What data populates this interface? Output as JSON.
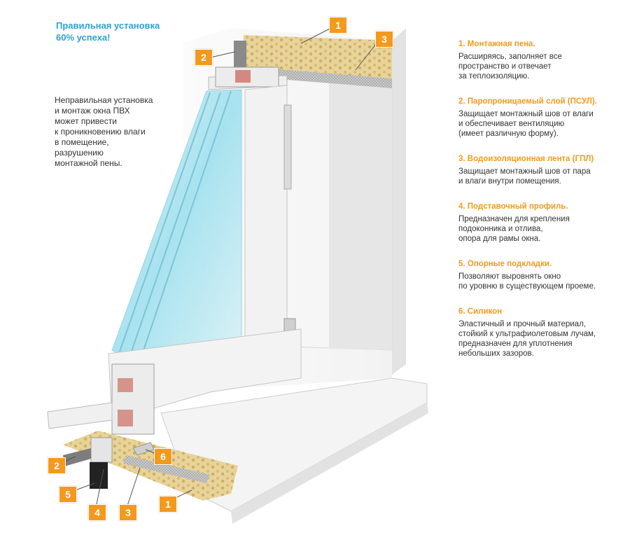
{
  "headline": "Правильная установка\n60% успеха!",
  "intro": "Неправильная установка\nи монтаж окна ПВХ\nможет привести\nк проникновению влаги\nв помещение,\nразрушению\nмонтажной пены.",
  "colors": {
    "accent": "#f39a1e",
    "headline": "#2aa3d8",
    "text": "#333333"
  },
  "legend": [
    {
      "title": "1. Монтажная пена.",
      "desc": "Расширяясь, заполняет все\nпространство и отвечает\nза теплоизоляцию."
    },
    {
      "title": "2. Паропроницаемый слой (ПСУЛ).",
      "desc": "Защищает монтажный шов от влаги\nи обеспечивает вентиляцию\n(имеет различную форму)."
    },
    {
      "title": "3. Водоизоляционная лента (ГПЛ)",
      "desc": "Защищает монтажный шов от пара\nи влаги внутри помещения."
    },
    {
      "title": "4. Подставочный профиль.",
      "desc": "Предназначен для крепления\nподоконника и отлива,\nопора для рамы окна."
    },
    {
      "title": "5. Опорные подкладки.",
      "desc": "Позволяют выровнять окно\nпо уровню в существующем проеме."
    },
    {
      "title": "6. Силикон",
      "desc": "Эластичный и прочный материал,\nстойкий к ультрафиолетовым лучам,\nпредназначен для уплотнения\nнебольших зазоров."
    }
  ],
  "callouts": {
    "top_foam": "1",
    "top_psul": "2",
    "top_tape": "3",
    "bottom_psul": "2",
    "bottom_pads": "5",
    "bottom_profile": "4",
    "bottom_tape": "3",
    "bottom_foam": "1",
    "bottom_silicone": "6"
  }
}
